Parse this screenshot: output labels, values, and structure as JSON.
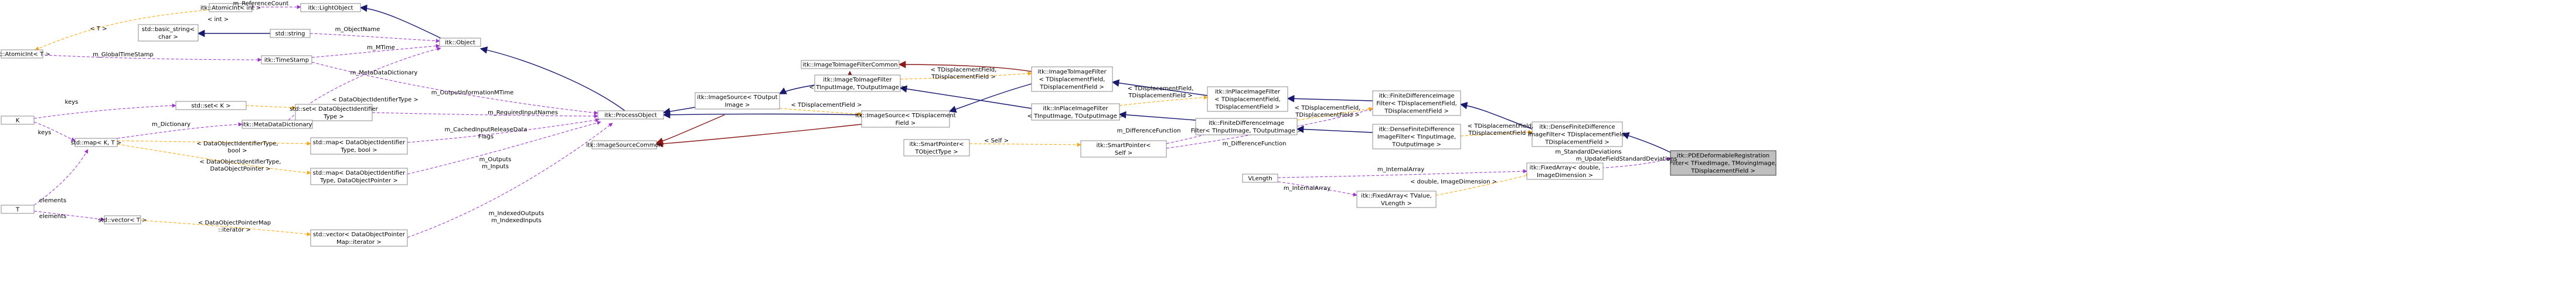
{
  "diagram": {
    "nodes": [
      {
        "id": "atomicint",
        "lines": [
          "itk::AtomicInt< int >"
        ]
      },
      {
        "id": "lightobject",
        "lines": [
          "itk::LightObject"
        ]
      },
      {
        "id": "basicstring",
        "lines": [
          "std::basic_string<",
          "char >"
        ]
      },
      {
        "id": "stdstring",
        "lines": [
          "std::string"
        ]
      },
      {
        "id": "atomicT",
        "lines": [
          "itk::AtomicInt< T >"
        ]
      },
      {
        "id": "timestamp",
        "lines": [
          "itk::TimeStamp"
        ]
      },
      {
        "id": "object",
        "lines": [
          "itk::Object"
        ]
      },
      {
        "id": "setK",
        "lines": [
          "std::set< K >"
        ]
      },
      {
        "id": "setDOI",
        "lines": [
          "std::set< DataObjectIdentifier",
          "Type >"
        ]
      },
      {
        "id": "K",
        "lines": [
          "K"
        ]
      },
      {
        "id": "metadict",
        "lines": [
          "itk::MetaDataDictionary"
        ]
      },
      {
        "id": "mapKT",
        "lines": [
          "std::map< K, T >"
        ]
      },
      {
        "id": "mapDOIbool",
        "lines": [
          "std::map< DataObjectIdentifier",
          "Type, bool >"
        ]
      },
      {
        "id": "mapDOIptr",
        "lines": [
          "std::map< DataObjectIdentifier",
          "Type, DataObjectPointer >"
        ]
      },
      {
        "id": "T",
        "lines": [
          "T"
        ]
      },
      {
        "id": "vectorT",
        "lines": [
          "std::vector< T >"
        ]
      },
      {
        "id": "vectorDOP",
        "lines": [
          "std::vector< DataObjectPointer",
          "Map::iterator >"
        ]
      },
      {
        "id": "processobject",
        "lines": [
          "itk::ProcessObject"
        ]
      },
      {
        "id": "imagesourcecommon",
        "lines": [
          "itk::ImageSourceCommon"
        ]
      },
      {
        "id": "imagesourceTOut",
        "lines": [
          "itk::ImageSource< TOutput",
          "Image >"
        ]
      },
      {
        "id": "imagesourceTDF",
        "lines": [
          "itk::ImageSource< TDisplacement",
          "Field >"
        ]
      },
      {
        "id": "smartpointerTOT",
        "lines": [
          "itk::SmartPointer<",
          "TObjectType >"
        ]
      },
      {
        "id": "imagetoimagecommon",
        "lines": [
          "itk::ImageToImageFilterCommon"
        ]
      },
      {
        "id": "imagetoimageTIn",
        "lines": [
          "itk::ImageToImageFilter",
          "< TInputImage, TOutputImage >"
        ]
      },
      {
        "id": "imagetoimageTDF",
        "lines": [
          "itk::ImageToImageFilter",
          "< TDisplacementField,",
          "TDisplacementField >"
        ]
      },
      {
        "id": "inplaceTIn",
        "lines": [
          "itk::InPlaceImageFilter",
          "< TInputImage, TOutputImage >"
        ]
      },
      {
        "id": "inplaceTDF",
        "lines": [
          "itk::InPlaceImageFilter",
          "< TDisplacementField,",
          "TDisplacementField >"
        ]
      },
      {
        "id": "smartpointerSelf",
        "lines": [
          "itk::SmartPointer<",
          "Self >"
        ]
      },
      {
        "id": "fdTIn",
        "lines": [
          "itk::FiniteDifferenceImage",
          "Filter< TInputImage, TOutputImage >"
        ]
      },
      {
        "id": "fdTDF",
        "lines": [
          "itk::FiniteDifferenceImage",
          "Filter< TDisplacementField,",
          "TDisplacementField >"
        ]
      },
      {
        "id": "dfdTIn",
        "lines": [
          "itk::DenseFiniteDifference",
          "ImageFilter< TInputImage,",
          "TOutputImage >"
        ]
      },
      {
        "id": "dfdTDF",
        "lines": [
          "itk::DenseFiniteDifference",
          "ImageFilter< TDisplacementField,",
          "TDisplacementField >"
        ]
      },
      {
        "id": "vlength",
        "lines": [
          "VLength"
        ]
      },
      {
        "id": "fixedarrayTV",
        "lines": [
          "itk::FixedArray< TValue,",
          "VLength >"
        ]
      },
      {
        "id": "fixedarrayDbl",
        "lines": [
          "itk::FixedArray< double,",
          "ImageDimension >"
        ]
      },
      {
        "id": "pde",
        "lines": [
          "itk::PDEDeformableRegistration",
          "Filter< TFixedImage, TMovingImage,",
          "TDisplacementField >"
        ]
      }
    ],
    "edge_labels": [
      {
        "id": "l_int",
        "text": "< int >"
      },
      {
        "id": "l_refcount",
        "text": "m_ReferenceCount"
      },
      {
        "id": "l_objname",
        "text": "m_ObjectName"
      },
      {
        "id": "l_T1",
        "text": "< T >"
      },
      {
        "id": "l_mtime",
        "text": "m_MTime"
      },
      {
        "id": "l_gts",
        "text": "m_GlobalTimeStamp"
      },
      {
        "id": "l_mdd",
        "text": "m_MetaDataDictionary"
      },
      {
        "id": "l_oimt",
        "text": "m_OutputInformationMTime"
      },
      {
        "id": "l_doit",
        "text": "< DataObjectIdentifierType >"
      },
      {
        "id": "l_keys1",
        "text": "keys"
      },
      {
        "id": "l_keys2",
        "text": "keys"
      },
      {
        "id": "l_dict",
        "text": "m_Dictionary"
      },
      {
        "id": "l_reqin",
        "text": "m_RequiredInputNames"
      },
      {
        "id": "l_cached1",
        "text": "m_CachedInputReleaseData"
      },
      {
        "id": "l_cached2",
        "text": "Flags"
      },
      {
        "id": "l_doit_bool1",
        "text": "< DataObjectIdentifierType,"
      },
      {
        "id": "l_doit_bool2",
        "text": "bool >"
      },
      {
        "id": "l_doit_ptr1",
        "text": "< DataObjectIdentifierType,"
      },
      {
        "id": "l_doit_ptr2",
        "text": "DataObjectPointer >"
      },
      {
        "id": "l_outputs",
        "text": "m_Outputs"
      },
      {
        "id": "l_inputs",
        "text": "m_Inputs"
      },
      {
        "id": "l_elements1",
        "text": "elements"
      },
      {
        "id": "l_elements2",
        "text": "elements"
      },
      {
        "id": "l_dopm1",
        "text": "< DataObjectPointerMap"
      },
      {
        "id": "l_dopm2",
        "text": "::iterator >"
      },
      {
        "id": "l_idxout",
        "text": "m_IndexedOutputs"
      },
      {
        "id": "l_idxin",
        "text": "m_IndexedInputs"
      },
      {
        "id": "l_tdf1",
        "text": "< TDisplacementField >"
      },
      {
        "id": "l_tdf2a",
        "text": "< TDisplacementField,"
      },
      {
        "id": "l_tdf2b",
        "text": "TDisplacementField >"
      },
      {
        "id": "l_tdf3a",
        "text": "< TDisplacementField,"
      },
      {
        "id": "l_tdf3b",
        "text": "TDisplacementField >"
      },
      {
        "id": "l_tdf4a",
        "text": "< TDisplacementField,"
      },
      {
        "id": "l_tdf4b",
        "text": "TDisplacementField >"
      },
      {
        "id": "l_tdf5a",
        "text": "< TDisplacementField,"
      },
      {
        "id": "l_tdf5b",
        "text": "TDisplacementField >"
      },
      {
        "id": "l_self",
        "text": "< Self >"
      },
      {
        "id": "l_difffn1",
        "text": "m_DifferenceFunction"
      },
      {
        "id": "l_difffn2",
        "text": "m_DifferenceFunction"
      },
      {
        "id": "l_stddev1",
        "text": "m_StandardDeviations"
      },
      {
        "id": "l_stddev2",
        "text": "m_UpdateFieldStandardDeviations"
      },
      {
        "id": "l_internal1",
        "text": "m_InternalArray"
      },
      {
        "id": "l_internal2",
        "text": "m_InternalArray"
      },
      {
        "id": "l_dblimg",
        "text": "< double, ImageDimension >"
      }
    ]
  }
}
